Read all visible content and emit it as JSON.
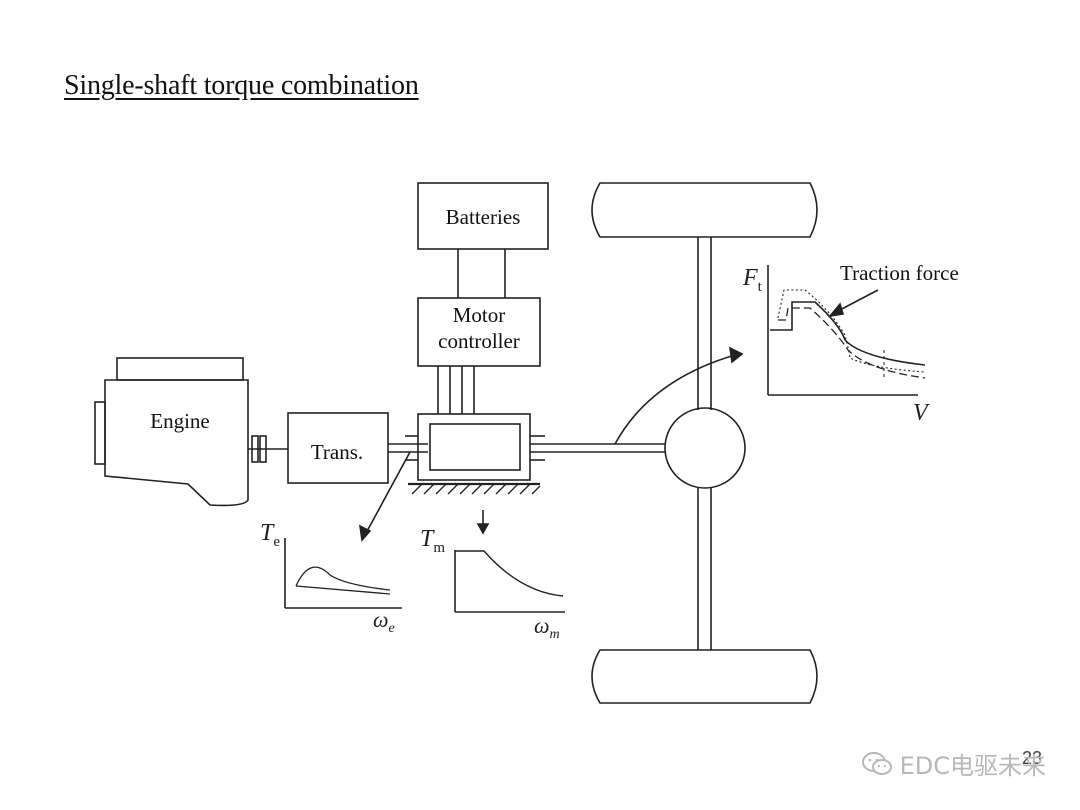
{
  "slide": {
    "title": "Single-shaft torque combination",
    "page_number": "23"
  },
  "blocks": {
    "batteries": "Batteries",
    "motor_controller_line1": "Motor",
    "motor_controller_line2": "controller",
    "engine": "Engine",
    "transmission": "Trans."
  },
  "plots": {
    "engine": {
      "y_label": "T",
      "y_sub": "e",
      "x_label": "ω",
      "x_sub": "e"
    },
    "motor": {
      "y_label": "T",
      "y_sub": "m",
      "x_label": "ω",
      "x_sub": "m"
    },
    "traction": {
      "y_label": "F",
      "y_sub": "t",
      "x_label": "V",
      "annotation": "Traction force"
    }
  },
  "watermark": {
    "icon": "wechat-icon",
    "text": "EDC电驱未来"
  }
}
